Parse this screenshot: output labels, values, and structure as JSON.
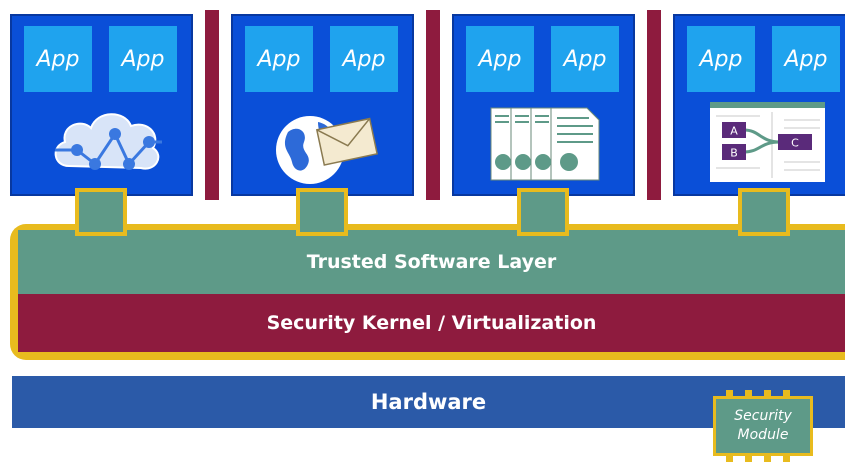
{
  "partitions": [
    {
      "apps": [
        "App",
        "App"
      ],
      "icon": "cloud-network-icon"
    },
    {
      "apps": [
        "App",
        "App"
      ],
      "icon": "globe-mail-icon"
    },
    {
      "apps": [
        "App",
        "App"
      ],
      "icon": "documents-icon"
    },
    {
      "apps": [
        "App",
        "App"
      ],
      "icon": "workflow-diagram-icon",
      "nodes": [
        "A",
        "B",
        "C"
      ]
    }
  ],
  "layers": {
    "trusted": "Trusted Software Layer",
    "kernel": "Security Kernel / Virtualization",
    "hardware": "Hardware"
  },
  "security_module": {
    "line1": "Security",
    "line2": "Module"
  },
  "colors": {
    "partition": "#0a4fd8",
    "app": "#1fa3ee",
    "divider": "#8e1b3e",
    "trusted": "#5e9a88",
    "kernel": "#8e1b3e",
    "border_gold": "#e8bb1e",
    "hardware": "#2b5aa8"
  }
}
